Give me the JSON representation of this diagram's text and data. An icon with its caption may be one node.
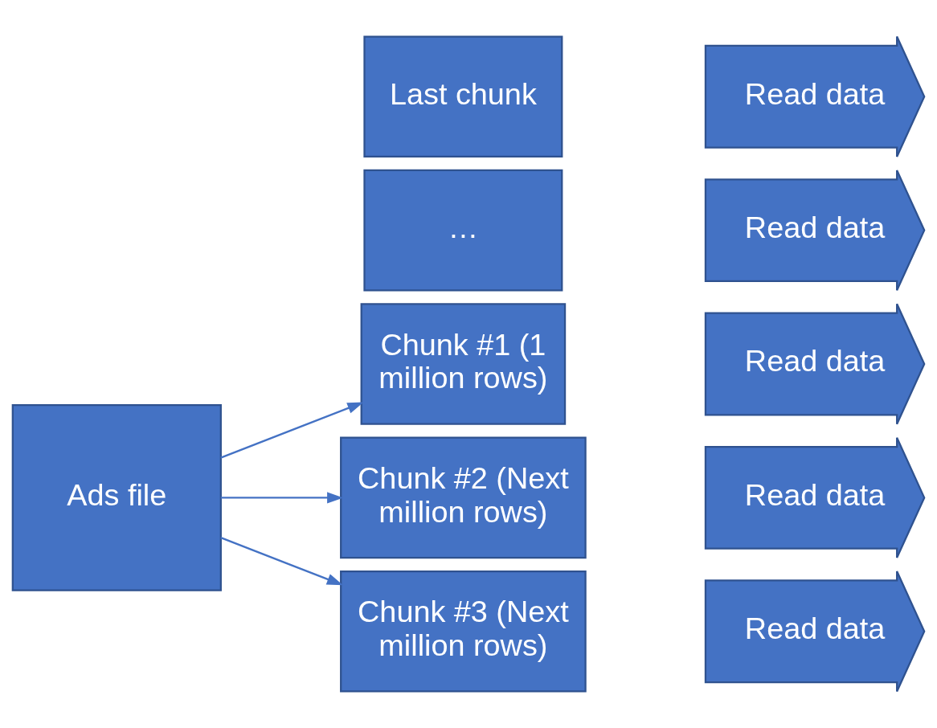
{
  "diagram": {
    "nodes": [
      {
        "text": [
          "Ads file"
        ]
      },
      {
        "text": [
          "Chunk #1 (1 million rows)"
        ]
      },
      {
        "text": [
          "Chunk #2 (Next million rows)"
        ]
      },
      {
        "text": [
          "Chunk #3 (Next million rows)"
        ]
      },
      {
        "text": [
          "…"
        ]
      },
      {
        "text": [
          "Last chunk"
        ]
      },
      {
        "text": [
          "Read data"
        ]
      },
      {
        "text": [
          "Read data"
        ]
      },
      {
        "text": [
          "Read data"
        ]
      },
      {
        "text": [
          "Read data"
        ]
      },
      {
        "text": [
          "Read data"
        ]
      }
    ],
    "edges": [
      {
        "from": 0,
        "to": 1,
        "arrow": "to"
      },
      {
        "from": 0,
        "to": 2,
        "arrow": "to"
      },
      {
        "from": 0,
        "to": 3,
        "arrow": "to"
      }
    ]
  }
}
